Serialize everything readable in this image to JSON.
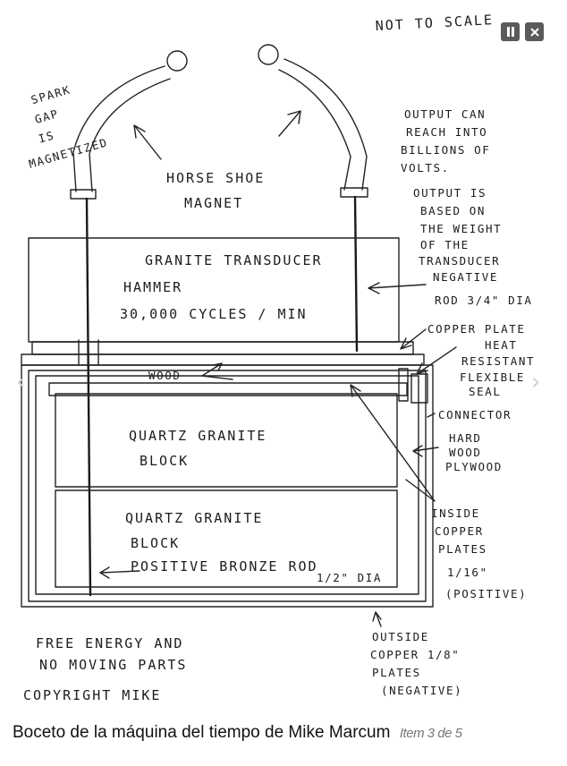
{
  "controls": {
    "pause_icon": "pause-icon",
    "close_icon": "close-icon",
    "prev_icon": "chevron-left-icon",
    "next_icon": "chevron-right-icon"
  },
  "sketch": {
    "not_to_scale": "NOT  TO  SCALE",
    "spark_gap": [
      "SPARK",
      "GAP",
      "IS",
      "MAGNETIZED"
    ],
    "horse_shoe": [
      "HORSE SHOE",
      "MAGNET"
    ],
    "output_reach": [
      "OUTPUT  CAN",
      "REACH  INTO",
      "BILLIONS  OF",
      "VOLTS."
    ],
    "output_based": [
      "OUTPUT IS",
      "BASED ON",
      "THE WEIGHT",
      "OF THE",
      "TRANSDUCER"
    ],
    "hammer": [
      "GRANITE  TRANSDUCER",
      "HAMMER",
      "30,000  CYCLES / MIN"
    ],
    "negative_rod": [
      "NEGATIVE",
      "ROD 3/4\" DIA"
    ],
    "copper_plate": "COPPER PLATE",
    "heat_seal": [
      "HEAT",
      "RESISTANT",
      "FLEXIBLE",
      "SEAL"
    ],
    "wood": "WOOD",
    "connector": "CONNECTOR",
    "hard_wood": [
      "HARD",
      "WOOD",
      "PLYWOOD"
    ],
    "quartz_block_1": [
      "QUARTZ   GRANITE",
      "BLOCK"
    ],
    "quartz_block_2": [
      "QUARTZ    GRANITE",
      "BLOCK"
    ],
    "positive_rod": [
      "POSITIVE   BRONZE ROD",
      "1/2\" DIA"
    ],
    "inside_copper": [
      "INSIDE",
      "COPPER",
      "PLATES",
      "1/16\"",
      "(POSITIVE)"
    ],
    "free_energy": [
      "FREE  ENERGY  AND",
      "NO  MOVING  PARTS"
    ],
    "outside_copper": [
      "OUTSIDE",
      "COPPER  1/8\"",
      "PLATES",
      "(NEGATIVE)"
    ],
    "copyright": "COPYRIGHT  MIKE"
  },
  "caption": {
    "title": "Boceto de la máquina del tiempo de Mike Marcum",
    "counter": "Item 3 de 5"
  }
}
